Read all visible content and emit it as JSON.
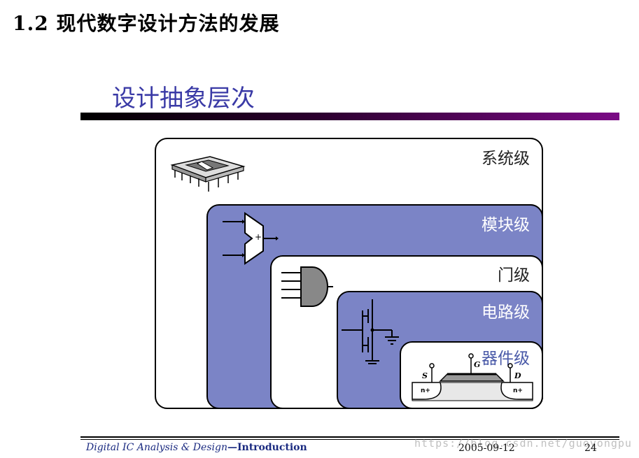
{
  "page": {
    "heading": "1.2 现代数字设计方法的发展"
  },
  "slide": {
    "title": "设计抽象层次",
    "levels": [
      {
        "label": "系统级"
      },
      {
        "label": "模块级"
      },
      {
        "label": "门级"
      },
      {
        "label": "电路级"
      },
      {
        "label": "器件级"
      }
    ],
    "device_labels": {
      "source": "S",
      "gate": "G",
      "drain": "D",
      "n_plus": "n+"
    },
    "module_symbol": "+"
  },
  "footer": {
    "course_italic": "Digital IC Analysis & Design",
    "course_bold": "—Introduction",
    "date": "2005-09-12",
    "page_number": "24"
  },
  "watermark": "https://blog.csdn.net/guoyongpu",
  "colors": {
    "title_blue": "#3a3aa6",
    "box_blue": "#7b84c6",
    "rule_purple": "#7a0a85"
  }
}
